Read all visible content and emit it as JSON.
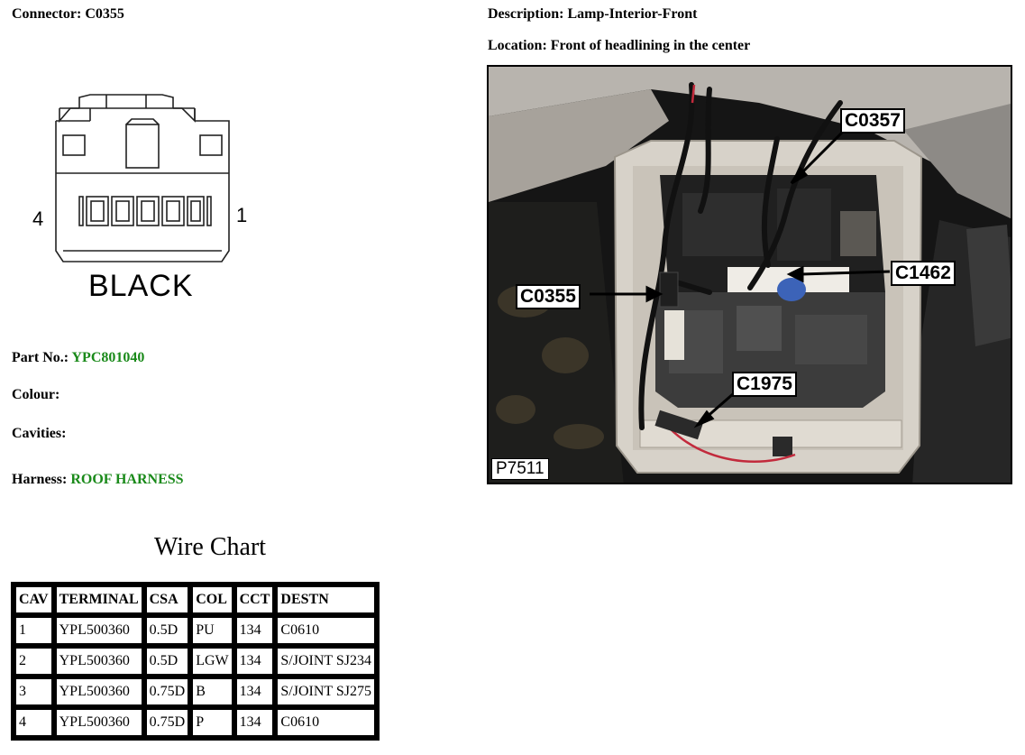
{
  "header": {
    "connector_label": "Connector:",
    "connector_value": "C0355",
    "description_label": "Description:",
    "description_value": "Lamp-Interior-Front",
    "location_label": "Location:",
    "location_value": "Front of headlining in the center"
  },
  "connector_view": {
    "terminal_left": "4",
    "terminal_right": "1",
    "colour_text": "BLACK"
  },
  "details": {
    "part_no_label": "Part No.:",
    "part_no_value": "YPC801040",
    "colour_label": "Colour:",
    "colour_value": "",
    "cavities_label": "Cavities:",
    "cavities_value": "",
    "harness_label": "Harness:",
    "harness_value": "ROOF HARNESS"
  },
  "wire_chart": {
    "title": "Wire Chart",
    "headers": [
      "CAV",
      "TERMINAL",
      "CSA",
      "COL",
      "CCT",
      "DESTN"
    ],
    "rows": [
      [
        "1",
        "YPL500360",
        "0.5D",
        "PU",
        "134",
        "C0610"
      ],
      [
        "2",
        "YPL500360",
        "0.5D",
        "LGW",
        "134",
        "S/JOINT SJ234"
      ],
      [
        "3",
        "YPL500360",
        "0.75D",
        "B",
        "134",
        "S/JOINT SJ275"
      ],
      [
        "4",
        "YPL500360",
        "0.75D",
        "P",
        "134",
        "C0610"
      ]
    ]
  },
  "photo": {
    "callouts": [
      "C0357",
      "C1462",
      "C0355",
      "C1975"
    ],
    "photo_id": "P7511"
  },
  "colors": {
    "accent_green": "#1a8a1a"
  }
}
